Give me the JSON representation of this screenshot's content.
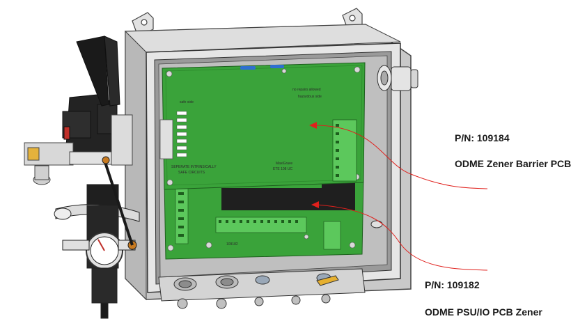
{
  "labels": {
    "top_pn": "P/N: 109184",
    "top_name": "ODME Zener Barrier PCB",
    "bottom_pn": "P/N: 109182",
    "bottom_name": "ODME PSU/IO PCB Zener"
  },
  "pcb_text": {
    "no_repairs": "no repairs allowed",
    "hazardous_side": "hazardous side",
    "safe_side": "safe side",
    "intrinsic_line1": "SEPERATE INTRINSICALLY",
    "intrinsic_line2": "SAFE CIRCUITS",
    "brand": "MaxiGrave",
    "model": "ETE 108 UC",
    "board_code": "109182"
  },
  "colors": {
    "pcb": "#3aa33a",
    "pcb_dark": "#2d8a2d",
    "terminal": "#5cc85c",
    "enclosure": "#d0d0d0",
    "arrow": "#e0201c"
  }
}
